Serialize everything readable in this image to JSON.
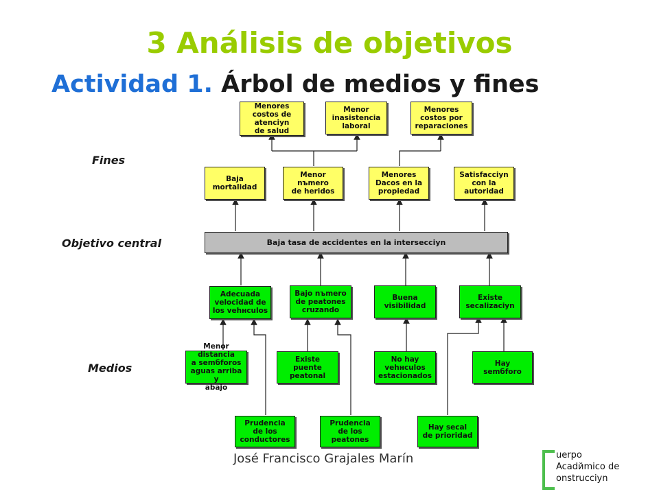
{
  "title": "3 Análisis de objetivos",
  "subtitle": {
    "prefix": "Actividad 1.",
    "main": "Árbol de medios y fines"
  },
  "labels": {
    "fines": "Fines",
    "objetivo": "Objetivo central",
    "medios": "Medios"
  },
  "boxes": {
    "fin_top_1": "Menores\ncostos de\natenciyn\nde salud",
    "fin_top_2": "Menor\ninasistencia\nlaboral",
    "fin_top_3": "Menores\ncostos por\nreparaciones",
    "fin_1": "Baja\nmortalidad",
    "fin_2": "Menor\nnъmero\nde heridos",
    "fin_3": "Menores\nDacos en la\npropiedad",
    "fin_4": "Satisfacciyn\ncon la\nautoridad",
    "central": "Baja tasa de accidentes en la intersecciyn",
    "medio_1": "Adecuada\nvelocidad de\nlos vehнculos",
    "medio_2": "Bajo nъmero\nde peatones\ncruzando",
    "medio_3": "Buena\nvisibilidad",
    "medio_4": "Existe\nsecalizaciyn",
    "sub_1": "Menor distancia\na semбforos\naguas arriba y\nabajo",
    "sub_2": "Existe\npuente\npeatonal",
    "sub_3": "No hay\nvehнculos\nestacionados",
    "sub_4": "Hay\nsemбforo",
    "sub_5": "Prudencia\nde los\nconductores",
    "sub_6": "Prudencia\nde los\npeatones",
    "sub_7": "Hay secal\nde prioridad"
  },
  "footer": "José Francisco Grajales Marín",
  "logo": {
    "line1": "uerpo",
    "line2": "Acadйmico de",
    "line3": "onstrucciyn"
  },
  "colors": {
    "title": "#99cc00",
    "subtitle_prefix": "#1f6fd6",
    "fines_box": "#ffff66",
    "medios_box": "#00ee00",
    "central_box": "#bdbdbd",
    "logo": "#4dbf4d"
  }
}
